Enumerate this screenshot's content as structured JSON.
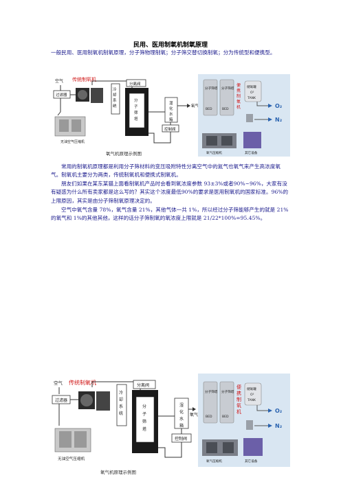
{
  "document": {
    "title": "民用、医用制氧机制氧原理",
    "intro": "一般民用、医用制氧机制氧原理，分子筛物理制氧；分子筛交替切换制氧；分为传统型和便携型。",
    "paragraph_2": "常用的制氧机原理都是利用分子筛材料的变压吸附特性分离空气中的氮气也氧气来产生高浓度氧气。制氧机主要分为两类，传统制氧机和便携式制氧机。",
    "paragraph_3": "朋友们如果在某东某猫上面看制氧机产品时会看到氧浓度参数 93±3%或者90%~96%，大家有没有疑惑为什么所有卖家都是这么写的？其实这个浓度最低90%的要求是医用制氧机的国家标准。96%的上限原因，其实是由分子筛制氧原理决定的。",
    "paragraph_4": "空气中氧气含量 78%，氧气含量 21%，其他气体一共 1%，所以经过分子筛能够产生的就是 21%的氧气和 1%的其他其他，这样的话分子筛制氧的氧浓度上限就是 21/22*100%=95.45%。"
  },
  "diagram": {
    "caption": "氧气机原理示例图",
    "label_traditional": "传统制氧机",
    "label_portable_chars": [
      "便",
      "携",
      "制",
      "氧",
      "机"
    ],
    "label_air": "空气",
    "label_filter": "过滤器",
    "label_compressor": "无油空气压缩机",
    "label_cooling_chars": [
      "冷",
      "却",
      "系",
      "统"
    ],
    "label_valve": "分离阀",
    "label_sieve_chars": [
      "分",
      "子",
      "筛",
      "塔"
    ],
    "label_humidifier_chars": [
      "湿",
      "化",
      "水",
      "箱"
    ],
    "label_control": "控制阀",
    "label_oxygen": "氧气",
    "label_tank_1": "储氧罐",
    "label_tank_2": "O²",
    "label_tank_3": "TANK",
    "label_bed_sieve": "分子筛塔",
    "label_bed": "BED",
    "label_o2": "O₂",
    "label_n2": "N₂",
    "label_o_compressor": "氧气压缩机",
    "label_other": "其它设备"
  }
}
